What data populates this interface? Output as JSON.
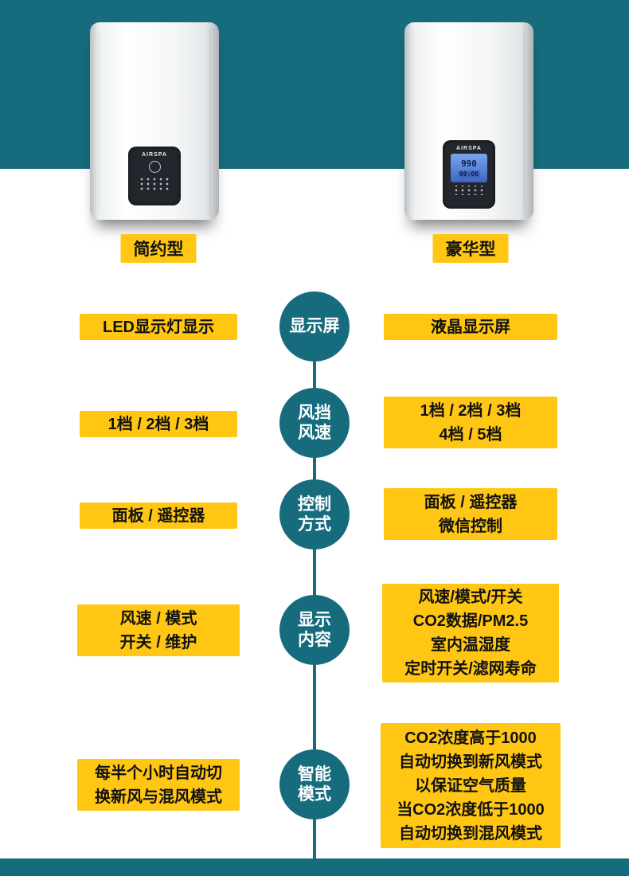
{
  "colors": {
    "teal": "#166c7d",
    "yellow": "#ffc714",
    "text": "#111111"
  },
  "models": {
    "left": {
      "label": "简约型",
      "brand": "AIRSPA"
    },
    "right": {
      "label": "豪华型",
      "brand": "AIRSPA",
      "lcd": {
        "line1": "990",
        "line2": "00:00"
      }
    }
  },
  "rows": [
    {
      "category": [
        "显示屏"
      ],
      "left": [
        "LED显示灯显示"
      ],
      "right": [
        "液晶显示屏"
      ]
    },
    {
      "category": [
        "风挡",
        "风速"
      ],
      "left": [
        "1档 / 2档 / 3档"
      ],
      "right": [
        "1档 / 2档 / 3档",
        "4档 / 5档"
      ]
    },
    {
      "category": [
        "控制",
        "方式"
      ],
      "left": [
        "面板 / 遥控器"
      ],
      "right": [
        "面板 / 遥控器",
        "微信控制"
      ]
    },
    {
      "category": [
        "显示",
        "内容"
      ],
      "left": [
        "风速 / 模式",
        "开关 / 维护"
      ],
      "right": [
        "风速/模式/开关",
        "CO2数据/PM2.5",
        "室内温湿度",
        "定时开关/滤网寿命"
      ]
    },
    {
      "category": [
        "智能",
        "模式"
      ],
      "left": [
        "每半个小时自动切",
        "换新风与混风模式"
      ],
      "right": [
        "CO2浓度高于1000",
        "自动切换到新风模式",
        "以保证空气质量",
        "当CO2浓度低于1000",
        "自动切换到混风模式"
      ]
    }
  ]
}
